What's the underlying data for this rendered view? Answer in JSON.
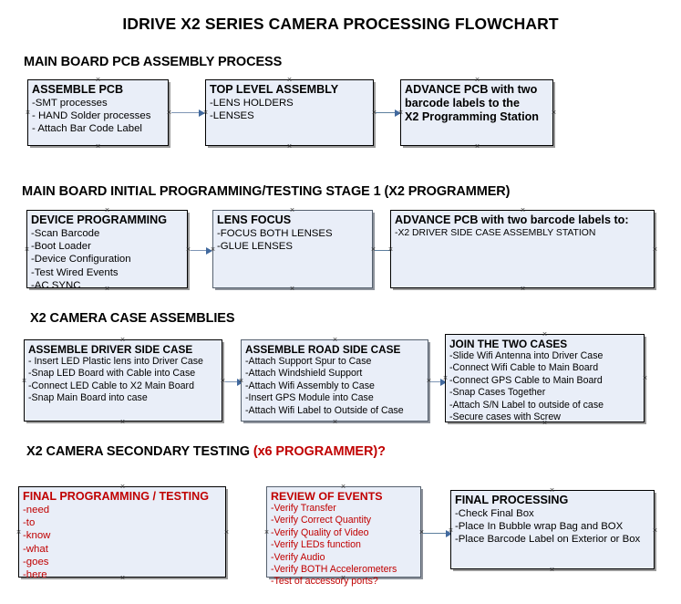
{
  "document": {
    "title": "IDRIVE X2  SERIES CAMERA PROCESSING FLOWCHART"
  },
  "colors": {
    "node_fill": "#e9eef8",
    "node_border": "#000000",
    "accent_red": "#c00000",
    "arrow": "#41699e"
  },
  "sections": [
    {
      "id": "main-board-pcb-assembly-process",
      "heading": "MAIN BOARD PCB ASSEMBLY PROCESS",
      "heading_accent": "",
      "nodes": [
        {
          "id": "assemble-pcb",
          "title": "ASSEMBLE PCB",
          "lines": [
            "-SMT processes",
            "- HAND Solder processes",
            "- Attach Bar Code Label"
          ]
        },
        {
          "id": "top-level-assembly",
          "title": "TOP LEVEL ASSEMBLY",
          "lines": [
            "-LENS HOLDERS",
            "-LENSES"
          ]
        },
        {
          "id": "advance-pcb-to-x2-programming-station",
          "title": "ADVANCE PCB with two",
          "lines": [
            "barcode labels to the",
            " X2 Programming Station"
          ]
        }
      ]
    },
    {
      "id": "main-board-initial-programming-testing-stage-1",
      "heading": "MAIN BOARD INITIAL PROGRAMMING/TESTING STAGE 1 (X2 PROGRAMMER)",
      "heading_accent": "",
      "nodes": [
        {
          "id": "device-programming",
          "title": "DEVICE PROGRAMMING",
          "lines": [
            "-Scan Barcode",
            "-Boot Loader",
            "-Device Configuration",
            "-Test Wired Events",
            "-AC SYNC"
          ]
        },
        {
          "id": "lens-focus",
          "title": "LENS FOCUS",
          "lines": [
            "-FOCUS BOTH LENSES",
            "-GLUE LENSES"
          ]
        },
        {
          "id": "advance-pcb-to-driver-side-case-assembly",
          "title": "ADVANCE PCB with two barcode labels to:",
          "lines": [
            "-X2 DRIVER  SIDE  CASE  ASSEMBLY STATION"
          ]
        }
      ]
    },
    {
      "id": "x2-camera-case-assemblies",
      "heading": "X2 CAMERA CASE ASSEMBLIES",
      "heading_accent": "",
      "nodes": [
        {
          "id": "assemble-driver-side-case",
          "title": "ASSEMBLE DRIVER SIDE CASE",
          "lines": [
            "- Insert LED Plastic lens into Driver Case",
            "-Snap LED Board with Cable into Case",
            "-Connect LED Cable to X2 Main Board",
            "-Snap Main Board into case"
          ]
        },
        {
          "id": "assemble-road-side-case",
          "title": "ASSEMBLE ROAD SIDE CASE",
          "lines": [
            "-Attach Support Spur to Case",
            "-Attach Windshield Support",
            "-Attach Wifi Assembly to Case",
            "-Insert GPS Module into Case",
            "-Attach Wifi Label to Outside of Case"
          ]
        },
        {
          "id": "join-the-two-cases",
          "title": "JOIN THE TWO CASES",
          "lines": [
            "-Slide Wifi Antenna into Driver Case",
            "-Connect Wifi Cable to Main Board",
            "-Connect GPS Cable to Main Board",
            "-Snap Cases Together",
            "-Attach S/N Label to outside of case",
            "-Secure cases with Screw"
          ]
        }
      ]
    },
    {
      "id": "x2-camera-secondary-testing",
      "heading": "X2 CAMERA SECONDARY TESTING ",
      "heading_accent": "(x6 PROGRAMMER)?",
      "nodes": [
        {
          "id": "final-programming-testing",
          "title": "FINAL PROGRAMMING / TESTING",
          "lines": [
            "-need",
            "-to",
            "-know",
            "-what",
            "-goes",
            "-here"
          ]
        },
        {
          "id": "review-of-events",
          "title": "REVIEW OF EVENTS",
          "lines": [
            "-Verify Transfer",
            "-Verify Correct Quantity",
            "-Verify Quality of Video",
            "-Verify LEDs function",
            "-Verify Audio",
            "-Verify BOTH Accelerometers",
            "-Test of accessory ports?"
          ]
        },
        {
          "id": "final-processing",
          "title": "FINAL PROCESSING",
          "lines": [
            " -Check Final Box",
            "-Place In Bubble wrap Bag and BOX",
            "-Place Barcode Label on Exterior or Box"
          ]
        }
      ]
    }
  ]
}
